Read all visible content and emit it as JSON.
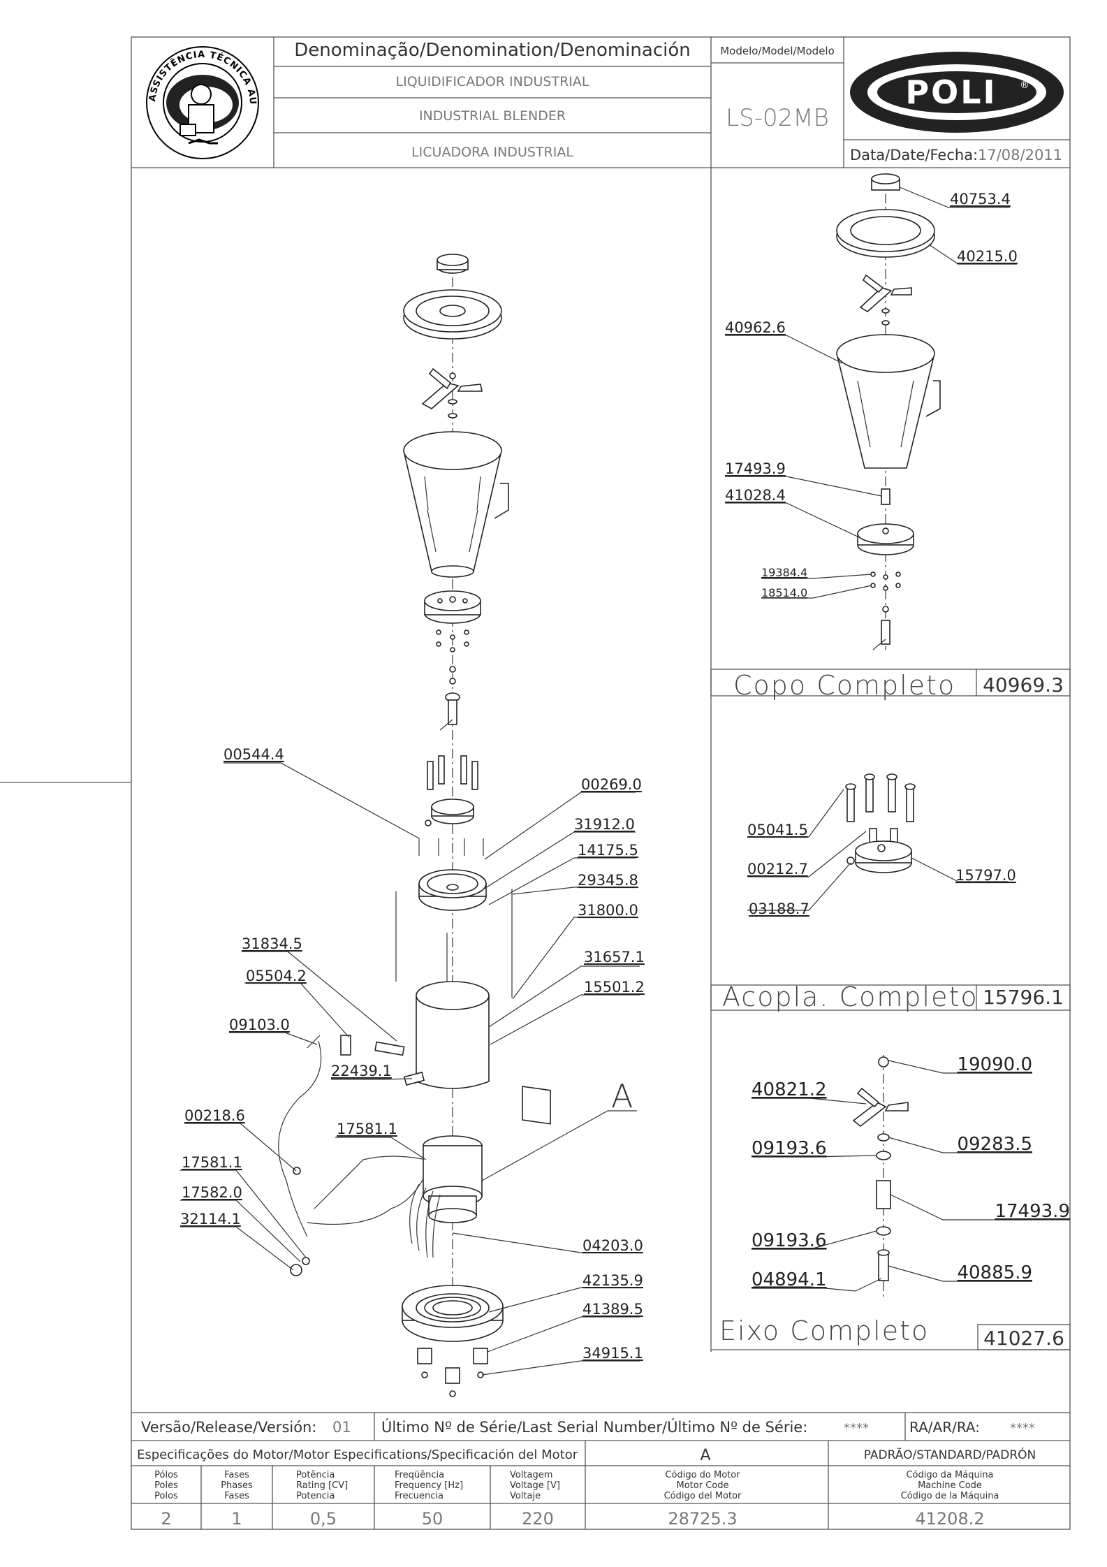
{
  "header": {
    "denomination_label": "Denominação/Denomination/Denominación",
    "name_pt": "LIQUIDIFICADOR INDUSTRIAL",
    "name_en": "INDUSTRIAL BLENDER",
    "name_es": "LICUADORA INDUSTRIAL",
    "model_label": "Modelo/Model/Modelo",
    "model_value": "LS-02MB",
    "brand": "POLI",
    "brand_mark": "®",
    "date_label": "Data/Date/Fecha:",
    "date_value": "17/08/2011",
    "seal_text_top": "ASSISTÊNCIA TÉCNICA AUTORIZADA"
  },
  "main_labels": {
    "p00544_4": "00544.4",
    "p00269_0": "00269.0",
    "p31912_0": "31912.0",
    "p14175_5": "14175.5",
    "p29345_8": "29345.8",
    "p31800_0": "31800.0",
    "p31834_5": "31834.5",
    "p31657_1": "31657.1",
    "p05504_2": "05504.2",
    "p15501_2": "15501.2",
    "p09103_0": "09103.0",
    "p22439_1": "22439.1",
    "detail_a": "A",
    "p00218_6": "00218.6",
    "p17581_1a": "17581.1",
    "p17581_1b": "17581.1",
    "p17582_0": "17582.0",
    "p32114_1": "32114.1",
    "p04203_0": "04203.0",
    "p42135_9": "42135.9",
    "p41389_5": "41389.5",
    "p34915_1": "34915.1"
  },
  "copo": {
    "title": "Copo Completo",
    "code": "40969.3",
    "labels": {
      "p40753_4": "40753.4",
      "p40215_0": "40215.0",
      "p40962_6": "40962.6",
      "p17493_9": "17493.9",
      "p41028_4": "41028.4",
      "p19384_4": "19384.4",
      "p18514_0": "18514.0"
    }
  },
  "acopla": {
    "title": "Acopla. Completo",
    "code": "15796.1",
    "labels": {
      "p05041_5": "05041.5",
      "p00212_7": "00212.7",
      "p03188_7": "03188.7",
      "p15797_0": "15797.0"
    }
  },
  "eixo": {
    "title": "Eixo Completo",
    "code": "41027.6",
    "labels": {
      "p19090_0": "19090.0",
      "p40821_2": "40821.2",
      "p09283_5": "09283.5",
      "p09193_6a": "09193.6",
      "p17493_9": "17493.9",
      "p09193_6b": "09193.6",
      "p40885_9": "40885.9",
      "p04894_1": "04894.1"
    }
  },
  "footer": {
    "version_label": "Versão/Release/Versión:",
    "version_value": "01",
    "serial_label": "Último Nº de Série/Last Serial Number/Último Nº de Série:",
    "serial_value": "****",
    "ra_label": "RA/AR/RA:",
    "ra_value": "****",
    "motor_spec_label": "Especificações do Motor/Motor Especifications/Specificación del Motor",
    "motor_group": "A",
    "standard_label": "PADRÃO/STANDARD/PADRÓN",
    "columns": [
      {
        "l1": "Pólos",
        "l2": "Poles",
        "l3": "Polos",
        "value": "2"
      },
      {
        "l1": "Fases",
        "l2": "Phases",
        "l3": "Fases",
        "value": "1"
      },
      {
        "l1": "Potência",
        "l2": "Rating [CV]",
        "l3": "Potencia",
        "value": "0,5"
      },
      {
        "l1": "Freqüência",
        "l2": "Frequency [Hz]",
        "l3": "Frecuencia",
        "value": "50"
      },
      {
        "l1": "Voltagem",
        "l2": "Voltage [V]",
        "l3": "Voltaje",
        "value": "220"
      },
      {
        "l1": "Código do Motor",
        "l2": "Motor Code",
        "l3": "Código del Motor",
        "value": "28725.3"
      },
      {
        "l1": "Código da Máquina",
        "l2": "Machine Code",
        "l3": "Código de la Máquina",
        "value": "41208.2"
      }
    ]
  }
}
